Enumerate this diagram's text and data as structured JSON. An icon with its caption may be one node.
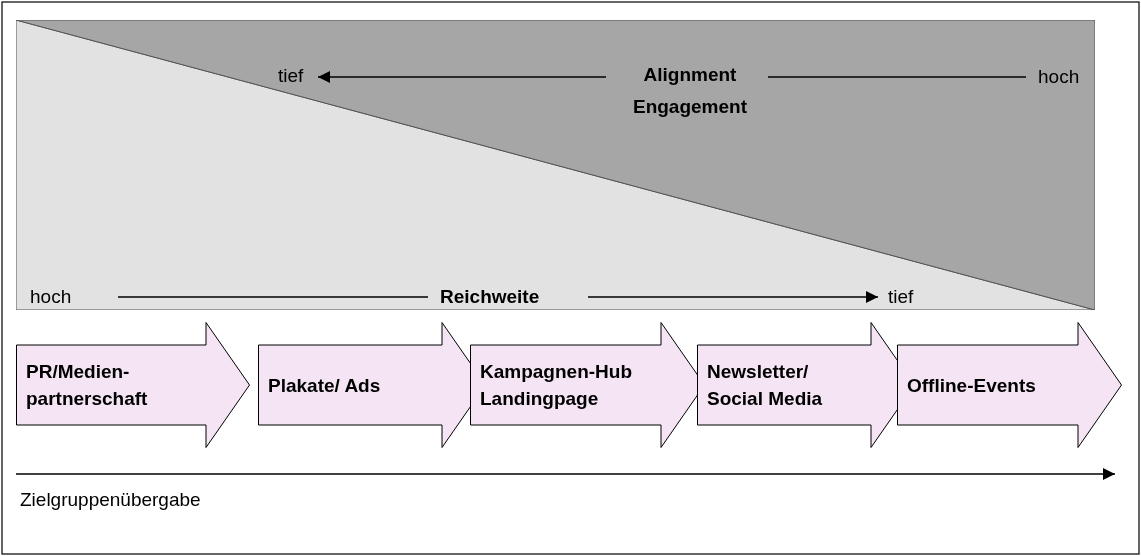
{
  "diagram": {
    "nodes": [
      {
        "text": [
          "tief",
          "Alignment Engagement",
          "hoch"
        ]
      },
      {
        "text": [
          "hoch",
          "Reichweite",
          "tief"
        ]
      },
      {
        "text": [
          "PR/Medien-partnerschaft"
        ]
      },
      {
        "text": [
          "Plakate/ Ads"
        ]
      },
      {
        "text": [
          "Kampagnen-Hub Landingpage"
        ]
      },
      {
        "text": [
          "Newsletter/ Social Media"
        ]
      },
      {
        "text": [
          "Offline-Events"
        ]
      }
    ],
    "labels": [
      "Zielgruppenübergabe"
    ]
  }
}
